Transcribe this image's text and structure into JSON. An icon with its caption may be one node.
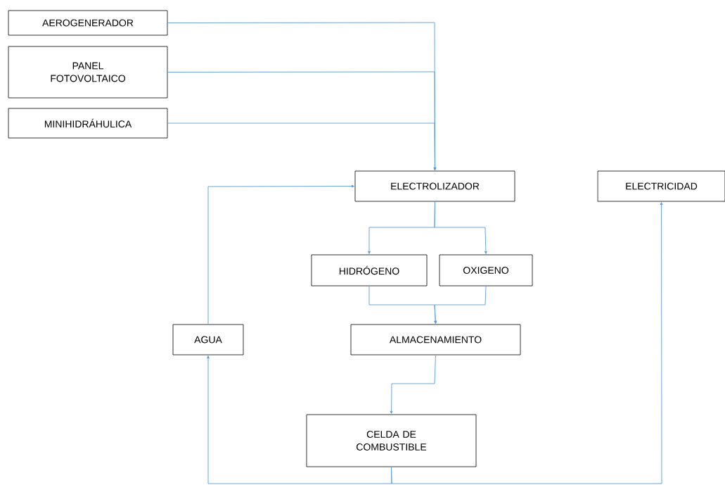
{
  "diagram": {
    "nodes": [
      {
        "text": [
          "AEROGENERADOR"
        ]
      },
      {
        "text": [
          "PANEL FOTOVOLTAICO"
        ]
      },
      {
        "text": [
          "MINIHIDRÁHULICA"
        ]
      },
      {
        "text": [
          "ELECTROLIZADOR"
        ]
      },
      {
        "text": [
          "ELECTRICIDAD"
        ]
      },
      {
        "text": [
          "HIDRÓGENO"
        ]
      },
      {
        "text": [
          "OXIGENO"
        ]
      },
      {
        "text": [
          "AGUA"
        ]
      },
      {
        "text": [
          "ALMACENAMIENTO"
        ]
      },
      {
        "text": [
          "CELDA DE COMBUSTIBLE"
        ]
      }
    ],
    "edges": [
      {
        "from": 0,
        "to": 3,
        "arrow": "to"
      },
      {
        "from": 1,
        "to": 3,
        "arrow": "to"
      },
      {
        "from": 2,
        "to": 3,
        "arrow": "to"
      },
      {
        "from": 7,
        "to": 3,
        "arrow": "to"
      },
      {
        "from": 3,
        "to": 5,
        "arrow": "to"
      },
      {
        "from": 3,
        "to": 6,
        "arrow": "to"
      },
      {
        "from": 5,
        "to": 8,
        "arrow": "to"
      },
      {
        "from": 6,
        "to": 8,
        "arrow": "to"
      },
      {
        "from": 8,
        "to": 9,
        "arrow": "to"
      },
      {
        "from": 9,
        "to": 7,
        "arrow": "to"
      },
      {
        "from": 9,
        "to": 4,
        "arrow": "to"
      }
    ]
  }
}
